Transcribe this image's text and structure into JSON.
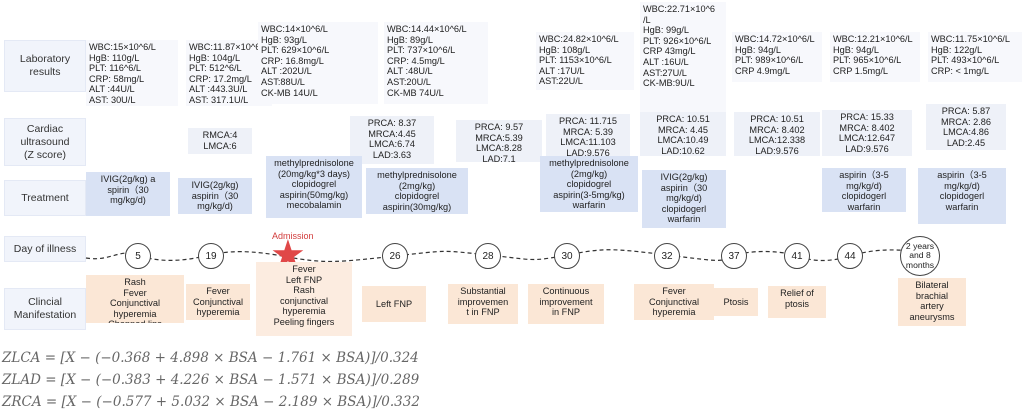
{
  "row_labels": {
    "lab": "Laboratory\nresults",
    "cardiac": "Cardiac\nultrasound\n(Z score)",
    "treatment": "Treatment",
    "day": "Day of illness",
    "clinical": "Clincial\nManifestation"
  },
  "lab": [
    "WBC:15×10^6/L\nHgB:  110g/L\nPLT:  116^6/L\nCRP:  58mg/L\nALT :44U/L\nAST: 30U/L",
    "WBC:11.87×10^6/L\nHgB:  104g/L\nPLT:  512^6/L\nCRP:  17.2mg/L\nALT :443.3U/L\nAST: 317.1U/L",
    "WBC:14×10^6/L\nHgB:  93g/L\nPLT:  629×10^6/L\nCRP:  16.8mg/L\nALT :202U/L\nAST:88U/L\nCK-MB 14U/L",
    "WBC:14.44×10^6/L\nHgB:  89g/L\nPLT:  737×10^6/L\nCRP:  4.5mg/L\nALT :48U/L\nAST:20U/L\nCK-MB 74U/L",
    "WBC:24.82×10^6/L\nHgB:  108g/L\nPLT:  1153×10^6/L\nALT :17U/L\nAST:22U/L",
    "WBC:22.71×10^6\n/L\nHgB:  99g/L\nPLT:  926×10^6/L\nCRP 43mg/L\nALT :16U/L\nAST:27U/L\nCK-MB:9U/L",
    "WBC:14.72×10^6/L\nHgB:  94g/L\nPLT:  989×10^6/L\nCRP 4.9mg/L",
    "WBC:12.21×10^6/L\nHgB:  94g/L\nPLT:  965×10^6/L\nCRP 1.5mg/L",
    "WBC:11.75×10^6/L\nHgB:  122g/L\nPLT:  493×10^6/L\nCRP:  < 1mg/L"
  ],
  "cardiac": [
    "RMCA:4\nLMCA:6",
    "PRCA:  8.37\nMRCA:4.45\nLMCA:6.74\nLAD:3.63",
    "PRCA:  9.57\nMRCA:5.39\nLMCA:8.28\nLAD:7.1",
    "PRCA:  11.715\nMRCA:  5.39\nLMCA:11.103\nLAD:9.576",
    "PRCA:  10.51\nMRCA:  4.45\nLMCA:10.49\nLAD:10.62",
    "PRCA:  10.51\nMRCA:  8.402\nLMCA:12.338\nLAD:9.576",
    "PRCA:  15.33\nMRCA:  8.402\nLMCA:12.647\nLAD:9.576",
    "PRCA:  5.87\nMRCA:  2.86\nLMCA:4.86\nLAD:2.45"
  ],
  "treatment": [
    "IVIG(2g/kg)  a\nspirin（30\nmg/kg/d)",
    "IVIG(2g/kg)\naspirin（30\nmg/kg/d)",
    "methylprednisolone\n(20mg/kg*3 days)\nclopidogrel\naspirin(50mg/kg)\nmecobalamin",
    "methylprednisolone\n(2mg/kg)\nclopidogrel\naspirin(30mg/kg)",
    "methylprednisolone\n(2mg/kg)\nclopidogrel\naspirin(3-5mg/kg)\nwarfarin",
    "IVIG(2g/kg)\naspirin（30\nmg/kg/d)\nclopidogerl\nwarfarin",
    "aspirin（3-5\nmg/kg/d)\nclopidogerl\nwarfarin",
    "aspirin（3-5\nmg/kg/d)\nclopidogerl\nwarfarin"
  ],
  "days": [
    "5",
    "19",
    "26",
    "28",
    "30",
    "32",
    "37",
    "41",
    "44",
    "2 years\nand 8\nmonths"
  ],
  "admission_label": "Admission",
  "clinical": [
    "Rash\nFever\nConjunctival hyperemia\nChapped lips",
    "Fever\nConjunctival\nhyperemia",
    "Fever\nLeft FNP\nRash\nconjunctival\nhyperemia\nPeeling fingers",
    "Left  FNP",
    "Substantial\nimprovemen\nt in FNP",
    "Continuous\nimprovement\nin FNP",
    "Fever\nConjunctival\nhyperemia",
    "Ptosis",
    "Relief of\nptosis",
    "Bilateral\nbrachial\nartery\naneurysms"
  ],
  "formulas": [
    "ZLCA = [X − (−0.368 + 4.898 × BSA  − 1.761 × BSA)]/0.324",
    "ZLAD = [X − (−0.383 + 4.226 × BSA  − 1.571 × BSA)]/0.289",
    "ZRCA = [X − (−0.577 + 5.032 × BSA  − 2.189 × BSA)]/0.332"
  ],
  "colors": {
    "lab_bg": "#f7f8fc",
    "cardiac_bg": "#eef1f8",
    "treatment_bg": "#d9e2f4",
    "clinical_bg": "#fbe7d6",
    "admission_star": "#e04848"
  }
}
